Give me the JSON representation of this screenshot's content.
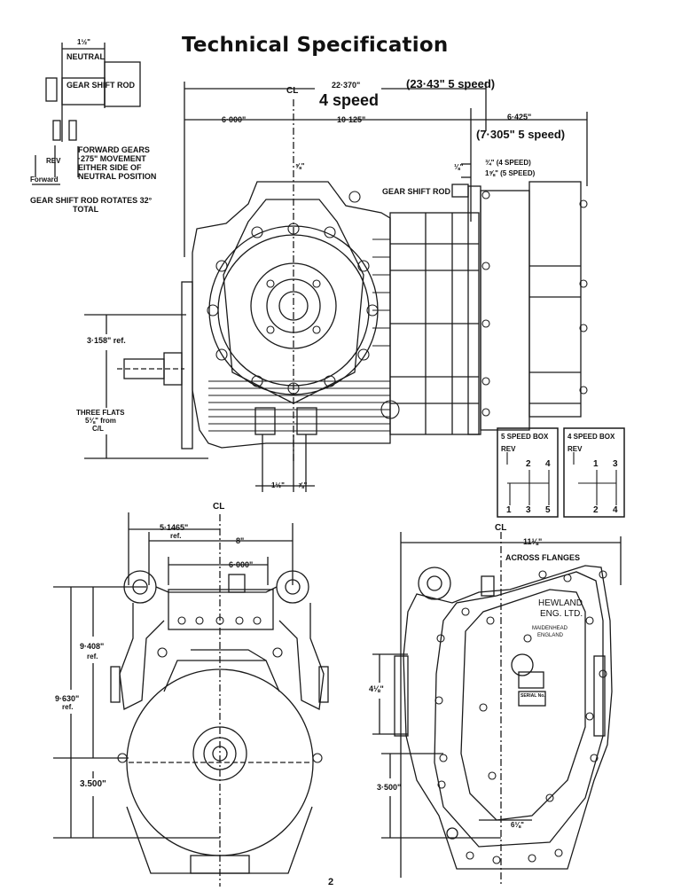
{
  "title": "Technical Specification",
  "page_number": "2",
  "top_view": {
    "neutral_label": "NEUTRAL",
    "neutral_dim": "1½\"",
    "gear_shift_rod_label": "GEAR SHIFT ROD",
    "forward_gears_note": [
      "FORWARD GEARS",
      "·275\" MOVEMENT",
      "EITHER SIDE OF",
      "NEUTRAL POSITION"
    ],
    "rev_label": "REV",
    "forward_label": "Forward",
    "rotates_note": [
      "GEAR SHIFT ROD ROTATES 32°",
      "TOTAL"
    ]
  },
  "side_view": {
    "cl": "CL",
    "dim_4speed_overall": "22·370\"",
    "label_4speed": "4 speed",
    "dim_5speed_overall": "(23·43\"  5 speed)",
    "dim_left": "6·000\"",
    "dim_mid": "10·125\"",
    "dim_right": "6·425\"",
    "dim_right_5speed": "(7·305\"  5 speed)",
    "dim_4speed_small": "¾\" (4 SPEED)",
    "dim_5speed_small": "1⅝\" (5 SPEED)",
    "dim_small_left": "⅛\"",
    "dim_top_small": "⅝\"",
    "gear_shift_rod_label": "GEAR SHIFT ROD",
    "dim_height_ref": "3·158\" ref.",
    "three_flats": [
      "THREE FLATS",
      "5⅛\" from",
      "C/L"
    ],
    "dim_bottom_a": "1½\"",
    "dim_bottom_b": "⅞\""
  },
  "shift_patterns": [
    {
      "title": "5 SPEED BOX",
      "rev": "REV",
      "top": [
        "2",
        "4"
      ],
      "bottom": [
        "1",
        "3",
        "5"
      ]
    },
    {
      "title": "4 SPEED BOX",
      "rev": "REV",
      "top": [
        "1",
        "3"
      ],
      "bottom": [
        "2",
        "4"
      ]
    }
  ],
  "front_view": {
    "cl": "CL",
    "dim_offset": "5·1465\"",
    "dim_offset_ref": "ref.",
    "dim_width": "8\"",
    "dim_inner": "6·000\"",
    "dim_h1": "9·408\"",
    "dim_h1_ref": "ref.",
    "dim_h2": "9·630\"",
    "dim_h2_ref": "ref.",
    "dim_base": "3.500\""
  },
  "rear_view": {
    "cl": "CL",
    "dim_across": "11⅛\"",
    "across_flanges": "ACROSS FLANGES",
    "dim_side": "4⅛\"",
    "dim_base": "3·500\"",
    "dim_bottom": "6⅛\"",
    "plate_line1": "HEWLAND",
    "plate_line2": "ENG. LTD.",
    "plate_line3": "MAIDENHEAD",
    "plate_line4": "ENGLAND",
    "serial_label": "SERIAL No."
  }
}
